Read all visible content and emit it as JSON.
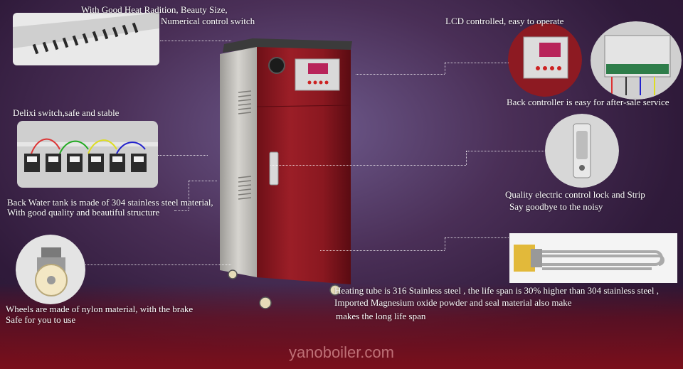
{
  "captions": {
    "heat_radiation_1": "With Good Heat Radition, Beauty Size,",
    "heat_radiation_2": "Numerical control switch",
    "lcd": "LCD  controlled, easy to operate",
    "back_controller": "Back controller is easy for after-sale service",
    "delixi": "Delixi switch,safe and stable",
    "water_tank_1": "Back Water tank is made of 304 stainless steel material,",
    "water_tank_2": "With good quality and beautiful structure",
    "lock_1": "Quality electric control lock and  Strip",
    "lock_2": "Say goodbye to the noisy",
    "wheels_1": "Wheels are made of nylon material, with the brake",
    "wheels_2": "Safe for you  to use",
    "heating_1": "Heating tube is 316 Stainless steel , the life span is 30% higher than 304 stainless steel ,",
    "heating_2": "Imported Magnesium oxide powder  and seal material also make",
    "heating_3": "makes the long life span"
  },
  "footer": "yanoboiler.com",
  "colors": {
    "cabinet_red": "#8d1a22",
    "cabinet_grey": "#bdbbb6",
    "lcd_screen": "#b8245a"
  }
}
